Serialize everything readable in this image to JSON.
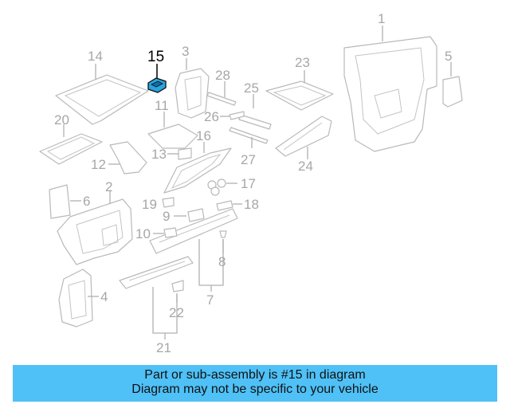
{
  "callouts": {
    "c1": "1",
    "c2": "2",
    "c3": "3",
    "c4": "4",
    "c5": "5",
    "c6": "6",
    "c7": "7",
    "c8": "8",
    "c9": "9",
    "c10": "10",
    "c11": "11",
    "c12": "12",
    "c13": "13",
    "c14": "14",
    "c15": "15",
    "c16": "16",
    "c17": "17",
    "c18": "18",
    "c19": "19",
    "c20": "20",
    "c21": "21",
    "c22": "22",
    "c23": "23",
    "c24": "24",
    "c25": "25",
    "c26": "26",
    "c27": "27",
    "c28": "28"
  },
  "highlighted_part": "15",
  "colors": {
    "banner_background": "#4fc1f7",
    "highlight_part": "#2aa3df",
    "part_line": "#b9b9b9",
    "callout_text": "#a7a7a7"
  },
  "banner": {
    "line1": "Part or sub-assembly is #15 in diagram",
    "line2": "Diagram may not be specific to your vehicle"
  }
}
